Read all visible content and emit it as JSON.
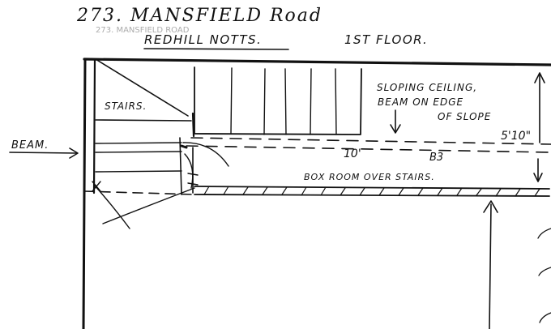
{
  "header": {
    "address_line": "273. MANSFIELD Road",
    "town": "REDHILL NOTTS.",
    "floor": "1ST FLOOR."
  },
  "labels": {
    "stairs": "STAIRS.",
    "beam": "BEAM.",
    "sloping_ceiling_line1": "SLOPING CEILING,",
    "sloping_ceiling_line2": "BEAM ON EDGE",
    "sloping_ceiling_line3": "OF SLOPE",
    "height": "5'10\"",
    "width": "10'",
    "room_code": "B3",
    "box_room": "BOX ROOM OVER STAIRS."
  },
  "colors": {
    "ink": "#111111",
    "paper": "#ffffff"
  }
}
